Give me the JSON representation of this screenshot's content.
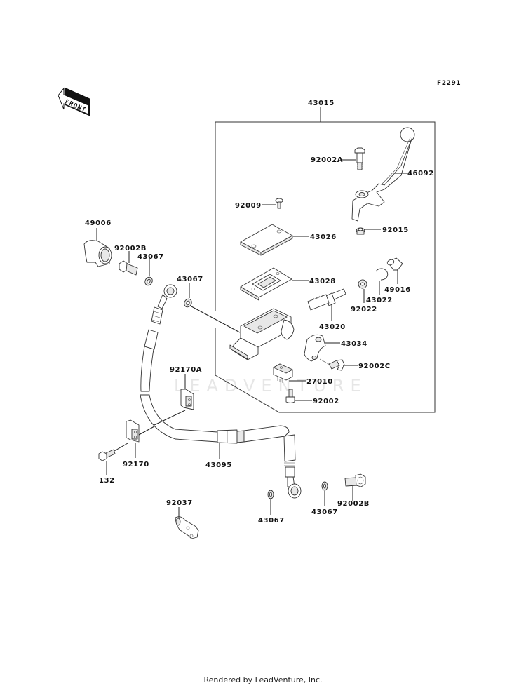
{
  "figure_id": "F2291",
  "front_indicator": "FRONT",
  "watermark": "LEADVENTURE",
  "footer": "Rendered by LeadVenture, Inc.",
  "assembly": {
    "label": "43015",
    "name": "master-cylinder-assembly"
  },
  "callouts": [
    {
      "id": "c-92002A",
      "part": "92002A",
      "name": "lever-pivot-bolt"
    },
    {
      "id": "c-46092",
      "part": "46092",
      "name": "brake-lever"
    },
    {
      "id": "c-92009",
      "part": "92009",
      "name": "cap-screw"
    },
    {
      "id": "c-92015",
      "part": "92015",
      "name": "lever-nut"
    },
    {
      "id": "c-43026",
      "part": "43026",
      "name": "reservoir-cap"
    },
    {
      "id": "c-43028",
      "part": "43028",
      "name": "diaphragm"
    },
    {
      "id": "c-49016",
      "part": "49016",
      "name": "dust-boot"
    },
    {
      "id": "c-43022",
      "part": "43022",
      "name": "circlip"
    },
    {
      "id": "c-92022",
      "part": "92022",
      "name": "washer"
    },
    {
      "id": "c-43020",
      "part": "43020",
      "name": "piston-kit"
    },
    {
      "id": "c-43034",
      "part": "43034",
      "name": "holder-clamp"
    },
    {
      "id": "c-92002C",
      "part": "92002C",
      "name": "clamp-bolt"
    },
    {
      "id": "c-27010",
      "part": "27010",
      "name": "brake-light-switch"
    },
    {
      "id": "c-92002",
      "part": "92002",
      "name": "switch-screw"
    },
    {
      "id": "c-49006",
      "part": "49006",
      "name": "banjo-cap"
    },
    {
      "id": "c-92002B-top",
      "part": "92002B",
      "name": "banjo-bolt-top"
    },
    {
      "id": "c-43067-a",
      "part": "43067",
      "name": "gasket-a"
    },
    {
      "id": "c-43067-b",
      "part": "43067",
      "name": "gasket-b"
    },
    {
      "id": "c-92170A",
      "part": "92170A",
      "name": "hose-clamp-a"
    },
    {
      "id": "c-92170",
      "part": "92170",
      "name": "hose-clamp"
    },
    {
      "id": "c-132",
      "part": "132",
      "name": "clamp-bolt-132"
    },
    {
      "id": "c-43095",
      "part": "43095",
      "name": "brake-hose"
    },
    {
      "id": "c-92037",
      "part": "92037",
      "name": "hose-guide"
    },
    {
      "id": "c-43067-c",
      "part": "43067",
      "name": "gasket-c"
    },
    {
      "id": "c-43067-d",
      "part": "43067",
      "name": "gasket-d"
    },
    {
      "id": "c-92002B-bot",
      "part": "92002B",
      "name": "banjo-bolt-bottom"
    }
  ]
}
